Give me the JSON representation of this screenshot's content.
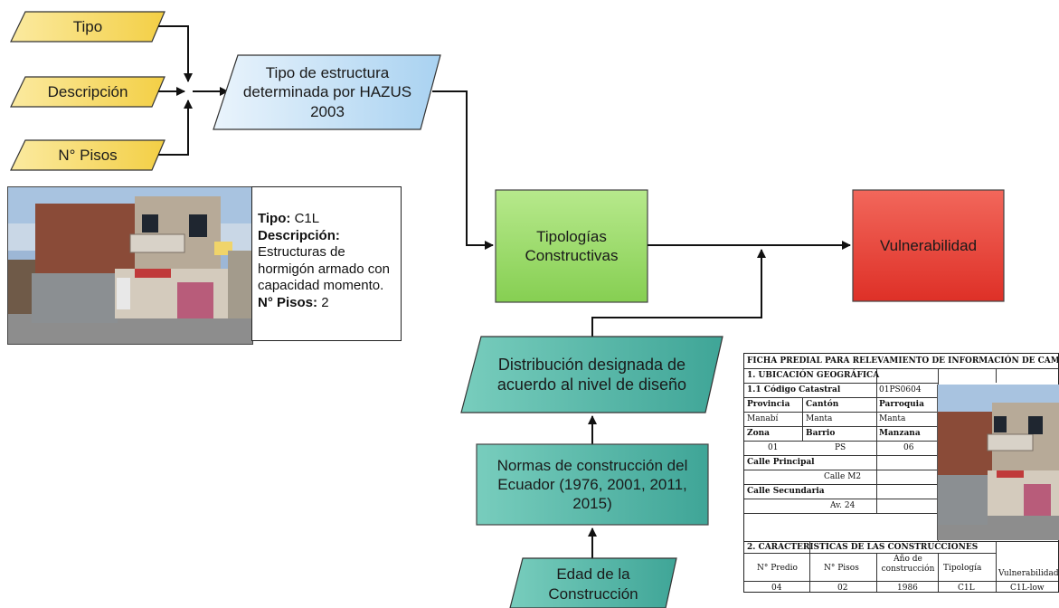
{
  "inputs": {
    "tipo": "Tipo",
    "descripcion": "Descripción",
    "pisos": "N° Pisos"
  },
  "hazus_box": "Tipo de estructura\ndeterminada por HAZUS\n2003",
  "tipologias_box": "Tipologías\nConstructivas",
  "vulnerabilidad_box": "Vulnerabilidad",
  "distribucion_box": "Distribución designada de\nacuerdo al nivel de diseño",
  "normas_box": "Normas de construcción del\nEcuador (1976, 2001, 2011,\n2015)",
  "edad_box": "Edad de la\nConstrucción",
  "example": {
    "tipo_label": "Tipo:",
    "tipo_value": "C1L",
    "descripcion_label": "Descripción:",
    "descripcion_value": "Estructuras de hormigón armado con capacidad momento.",
    "pisos_label": "N° Pisos:",
    "pisos_value": "2"
  },
  "ficha": {
    "title": "FICHA PREDIAL PARA RELEVAMIENTO DE INFORMACIÓN DE CAMPO",
    "section1": "1. UBICACIÓN GEOGRÁFICA",
    "codigo_label": "1.1 Código Catastral",
    "codigo_value": "01PS0604",
    "provincia_label": "Provincia",
    "canton_label": "Cantón",
    "parroquia_label": "Parroquia",
    "provincia_value": "Manabí",
    "canton_value": "Manta",
    "parroquia_value": "Manta",
    "zona_label": "Zona",
    "barrio_label": "Barrio",
    "manzana_label": "Manzana",
    "zona_value": "01",
    "barrio_value": "PS",
    "manzana_value": "06",
    "calle_principal_label": "Calle Principal",
    "calle_principal_value": "Calle M2",
    "calle_secundaria_label": "Calle Secundaria",
    "calle_secundaria_value": "Av. 24",
    "section2": "2. CARACTERISTICAS DE LAS CONSTRUCCIONES",
    "col_predio": "N° Predio",
    "col_pisos": "N° Pisos",
    "col_anio": "Año de construcción",
    "col_tipologia": "Tipología",
    "col_vulnerabilidad": "Vulnerabilidad",
    "val_predio": "04",
    "val_pisos": "02",
    "val_anio": "1986",
    "val_tipologia": "C1L",
    "val_vulnerabilidad": "C1L-low"
  },
  "colors": {
    "input_fill": "#f7d860",
    "hazus_fill": "#cfe6f7",
    "tipologias_fill": "#9bd96a",
    "vulnerabilidad_fill": "#e8463c",
    "teal_fill": "#4db3a5"
  }
}
